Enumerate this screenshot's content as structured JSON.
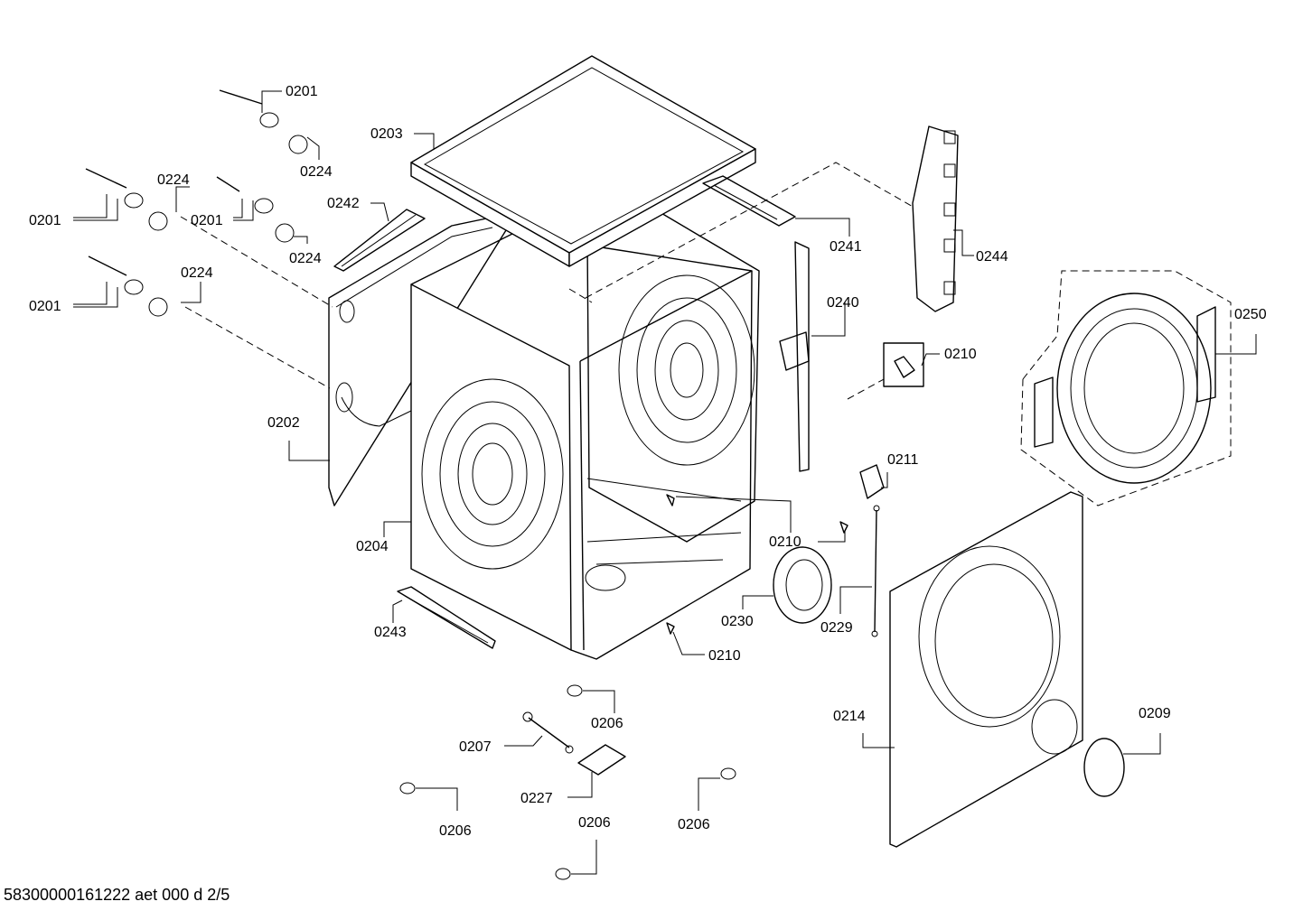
{
  "callouts": [
    {
      "id": "top_screw_1",
      "label": "0201"
    },
    {
      "id": "top_clip_1",
      "label": "0224"
    },
    {
      "id": "screw_2",
      "label": "0201"
    },
    {
      "id": "clip_2",
      "label": "0224"
    },
    {
      "id": "screw_3",
      "label": "0201"
    },
    {
      "id": "clip_3",
      "label": "0224"
    },
    {
      "id": "screw_4",
      "label": "0201"
    },
    {
      "id": "clip_4",
      "label": "0224"
    },
    {
      "id": "worktop",
      "label": "0203"
    },
    {
      "id": "rail_left",
      "label": "0242"
    },
    {
      "id": "rail_top",
      "label": "0241"
    },
    {
      "id": "hinge_bracket",
      "label": "0244"
    },
    {
      "id": "side_strut",
      "label": "0240"
    },
    {
      "id": "clip_right",
      "label": "0210"
    },
    {
      "id": "door",
      "label": "0250"
    },
    {
      "id": "rear_panel",
      "label": "0202"
    },
    {
      "id": "cabinet",
      "label": "0204"
    },
    {
      "id": "lock",
      "label": "0211"
    },
    {
      "id": "clip_bottom",
      "label": "0210"
    },
    {
      "id": "bellows_ring",
      "label": "0230"
    },
    {
      "id": "tie_rod",
      "label": "0229"
    },
    {
      "id": "base_rail",
      "label": "0243"
    },
    {
      "id": "clip_floor",
      "label": "0210"
    },
    {
      "id": "front_panel",
      "label": "0214"
    },
    {
      "id": "service_cap",
      "label": "0209"
    },
    {
      "id": "foot_1",
      "label": "0206"
    },
    {
      "id": "wrench",
      "label": "0207"
    },
    {
      "id": "plate",
      "label": "0227"
    },
    {
      "id": "foot_2",
      "label": "0206"
    },
    {
      "id": "foot_3",
      "label": "0206"
    },
    {
      "id": "foot_4",
      "label": "0206"
    }
  ],
  "footer": {
    "text": "58300000161222 aet 000 d 2/5"
  }
}
